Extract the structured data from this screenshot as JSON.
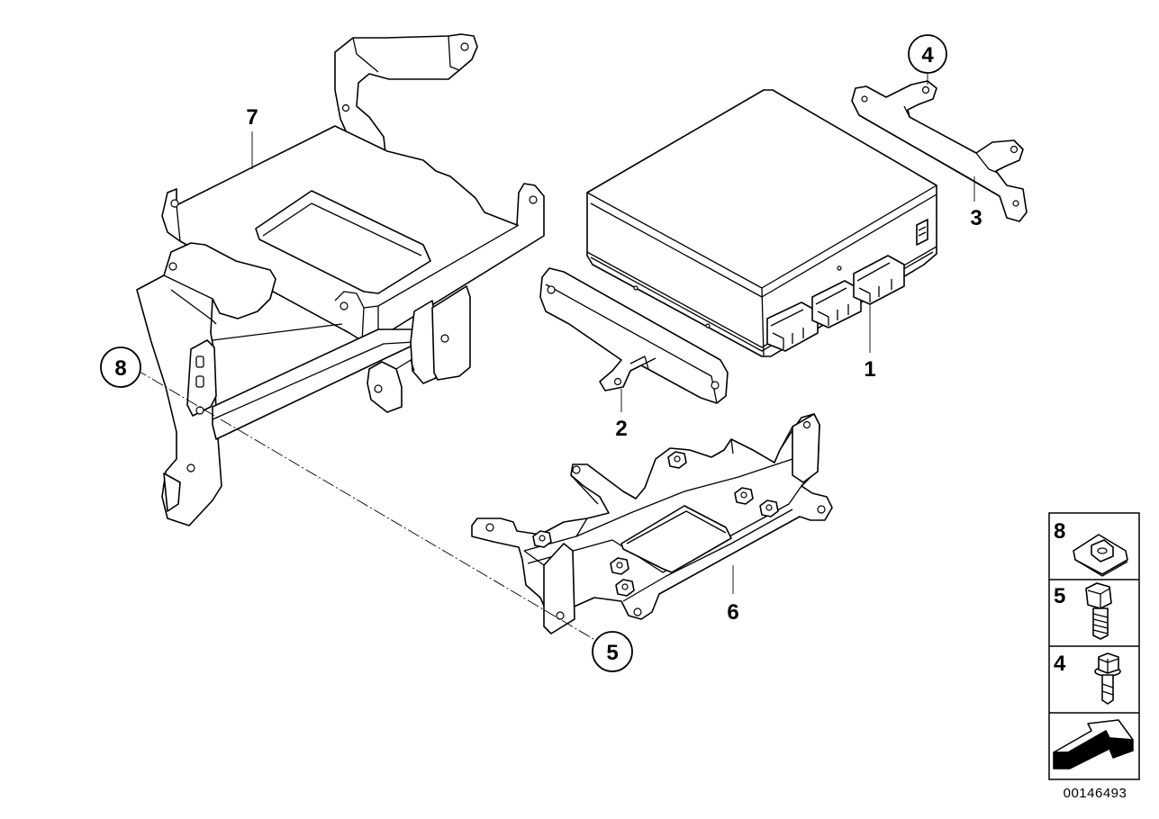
{
  "diagram": {
    "reference_number": "00146493",
    "callouts": [
      {
        "id": "1",
        "label": "1"
      },
      {
        "id": "2",
        "label": "2"
      },
      {
        "id": "3",
        "label": "3"
      },
      {
        "id": "4",
        "label": "4"
      },
      {
        "id": "5",
        "label": "5"
      },
      {
        "id": "6",
        "label": "6"
      },
      {
        "id": "7",
        "label": "7"
      },
      {
        "id": "8",
        "label": "8"
      }
    ],
    "legend": [
      {
        "label": "8",
        "icon": "clip-nut-icon"
      },
      {
        "label": "5",
        "icon": "hex-bolt-icon"
      },
      {
        "label": "4",
        "icon": "flange-bolt-icon"
      },
      {
        "label": "",
        "icon": "direction-arrow-icon"
      }
    ]
  }
}
